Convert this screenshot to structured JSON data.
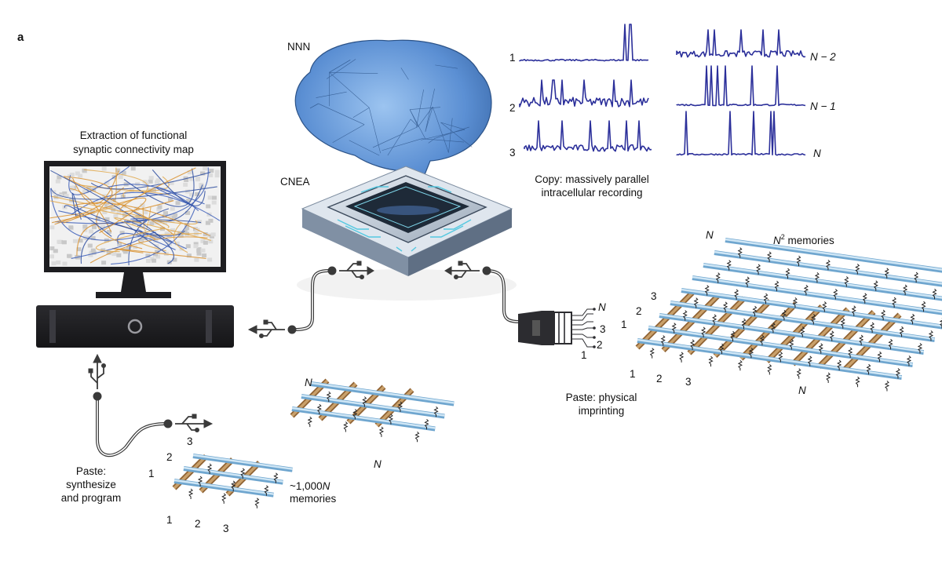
{
  "panel_label": "a",
  "brain": {
    "label": "NNN"
  },
  "chip": {
    "label": "CNEA"
  },
  "monitor": {
    "title_line1": "Extraction of functional",
    "title_line2": "synaptic connectivity map"
  },
  "recordings": {
    "caption_line1": "Copy: massively parallel",
    "caption_line2": "intracellular recording",
    "left_traces": [
      {
        "label": "1"
      },
      {
        "label": "2"
      },
      {
        "label": "3"
      }
    ],
    "right_traces": [
      {
        "label": "N − 2"
      },
      {
        "label": "N − 1"
      },
      {
        "label": "N"
      }
    ]
  },
  "big_crossbar": {
    "top_label": "N",
    "memories_prefix": "N",
    "memories_sup": "2",
    "memories_suffix": " memories",
    "row_labels": [
      "3",
      "2",
      "1"
    ],
    "col_labels": [
      "1",
      "2",
      "3"
    ],
    "bottom_label": "N"
  },
  "plug": {
    "wire_labels": [
      "N",
      "3",
      "2",
      "1"
    ],
    "caption_line1": "Paste: physical",
    "caption_line2": "imprinting"
  },
  "small_crossbar": {
    "top_label": "N",
    "right_label": "N",
    "row_labels": [
      "3",
      "2",
      "1"
    ],
    "col_labels": [
      "1",
      "2",
      "3"
    ],
    "memories_line1_prefix": "~1,000",
    "memories_line1_italic": "N",
    "memories_line2": "memories"
  },
  "paste_program": {
    "line1": "Paste:",
    "line2": "synthesize",
    "line3": "and program"
  },
  "colors": {
    "trace": "#2b2f9a",
    "brain": "#5b8fd3",
    "blue_bar": "#9cc8e6",
    "tan_bar": "#b98d52",
    "monitor": "#202024"
  }
}
